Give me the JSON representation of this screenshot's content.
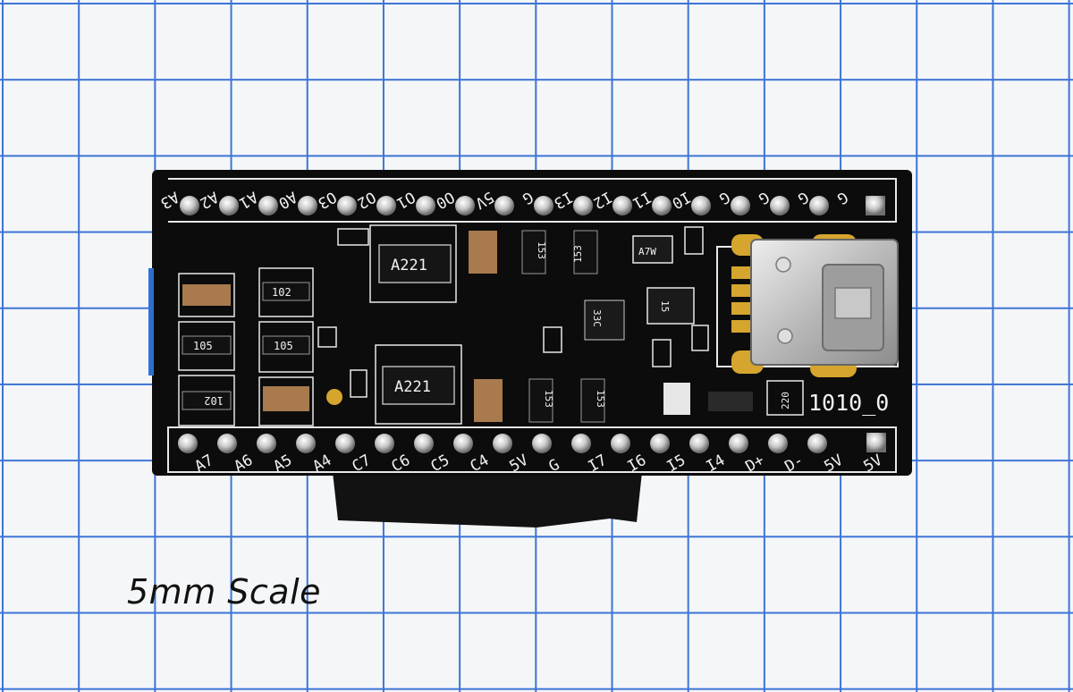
{
  "scale_label": "5mm Scale",
  "board": {
    "id_label": "1010_0",
    "top_pins": [
      "A3",
      "A2",
      "A1",
      "A0",
      "O3",
      "O2",
      "O1",
      "O0",
      "5V",
      "G",
      "I3",
      "I2",
      "I1",
      "I0",
      "G",
      "G",
      "G",
      "G"
    ],
    "bottom_pins": [
      "A7",
      "A6",
      "A5",
      "A4",
      "C7",
      "C6",
      "C5",
      "C4",
      "5V",
      "G",
      "I7",
      "I6",
      "I5",
      "I4",
      "D+",
      "D-",
      "5V",
      "5V"
    ],
    "chip_labels": {
      "upper_resistor_network": "A221",
      "lower_resistor_network": "A221",
      "left_array_1": "102",
      "left_array_2": "105",
      "left_array_3": "105",
      "left_array_4": "102",
      "array_153_a": "153",
      "array_153_b": "153",
      "array_153_c": "153",
      "array_153_d": "153",
      "transistor_a": "A7W",
      "transistor_b": "33C",
      "transistor_c": "15",
      "resistor_220": "220"
    }
  },
  "colors": {
    "grid_line": "#3d74d6",
    "paper": "#f4f6f8",
    "pcb": "#0c0c0c",
    "silkscreen": "#f2f2f2",
    "gold": "#d5a52e"
  }
}
